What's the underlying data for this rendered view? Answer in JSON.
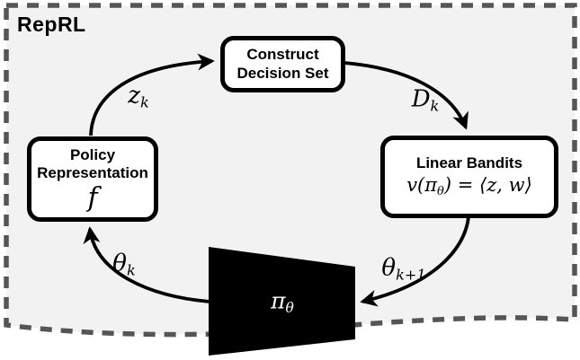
{
  "diagram": {
    "title": "RepRL",
    "boxes": {
      "construct": {
        "line1": "Construct",
        "line2": "Decision Set"
      },
      "policy": {
        "line1": "Policy",
        "line2": "Representation",
        "symbol": "f"
      },
      "bandits": {
        "title": "Linear Bandits",
        "eq_pre": "v(π",
        "eq_sub": "θ",
        "eq_post": ") = ⟨z, w⟩"
      }
    },
    "edge_labels": {
      "zk": {
        "base": "z",
        "sub": "k"
      },
      "Dk": {
        "base": "D",
        "sub": "k"
      },
      "theta_k": {
        "base": "θ",
        "sub": "k"
      },
      "theta_k1": {
        "base": "θ",
        "sub": "k+1"
      },
      "pi_theta": {
        "base": "π",
        "sub": "θ"
      }
    },
    "colors": {
      "page_background": "#ffffff",
      "region_fill": "#f2f2f2",
      "dashed_border": "#555555",
      "box_border": "#000000",
      "box_fill": "#ffffff",
      "arrow": "#000000",
      "trapezoid_fill": "#000000",
      "trapezoid_text": "#ffffff"
    }
  }
}
